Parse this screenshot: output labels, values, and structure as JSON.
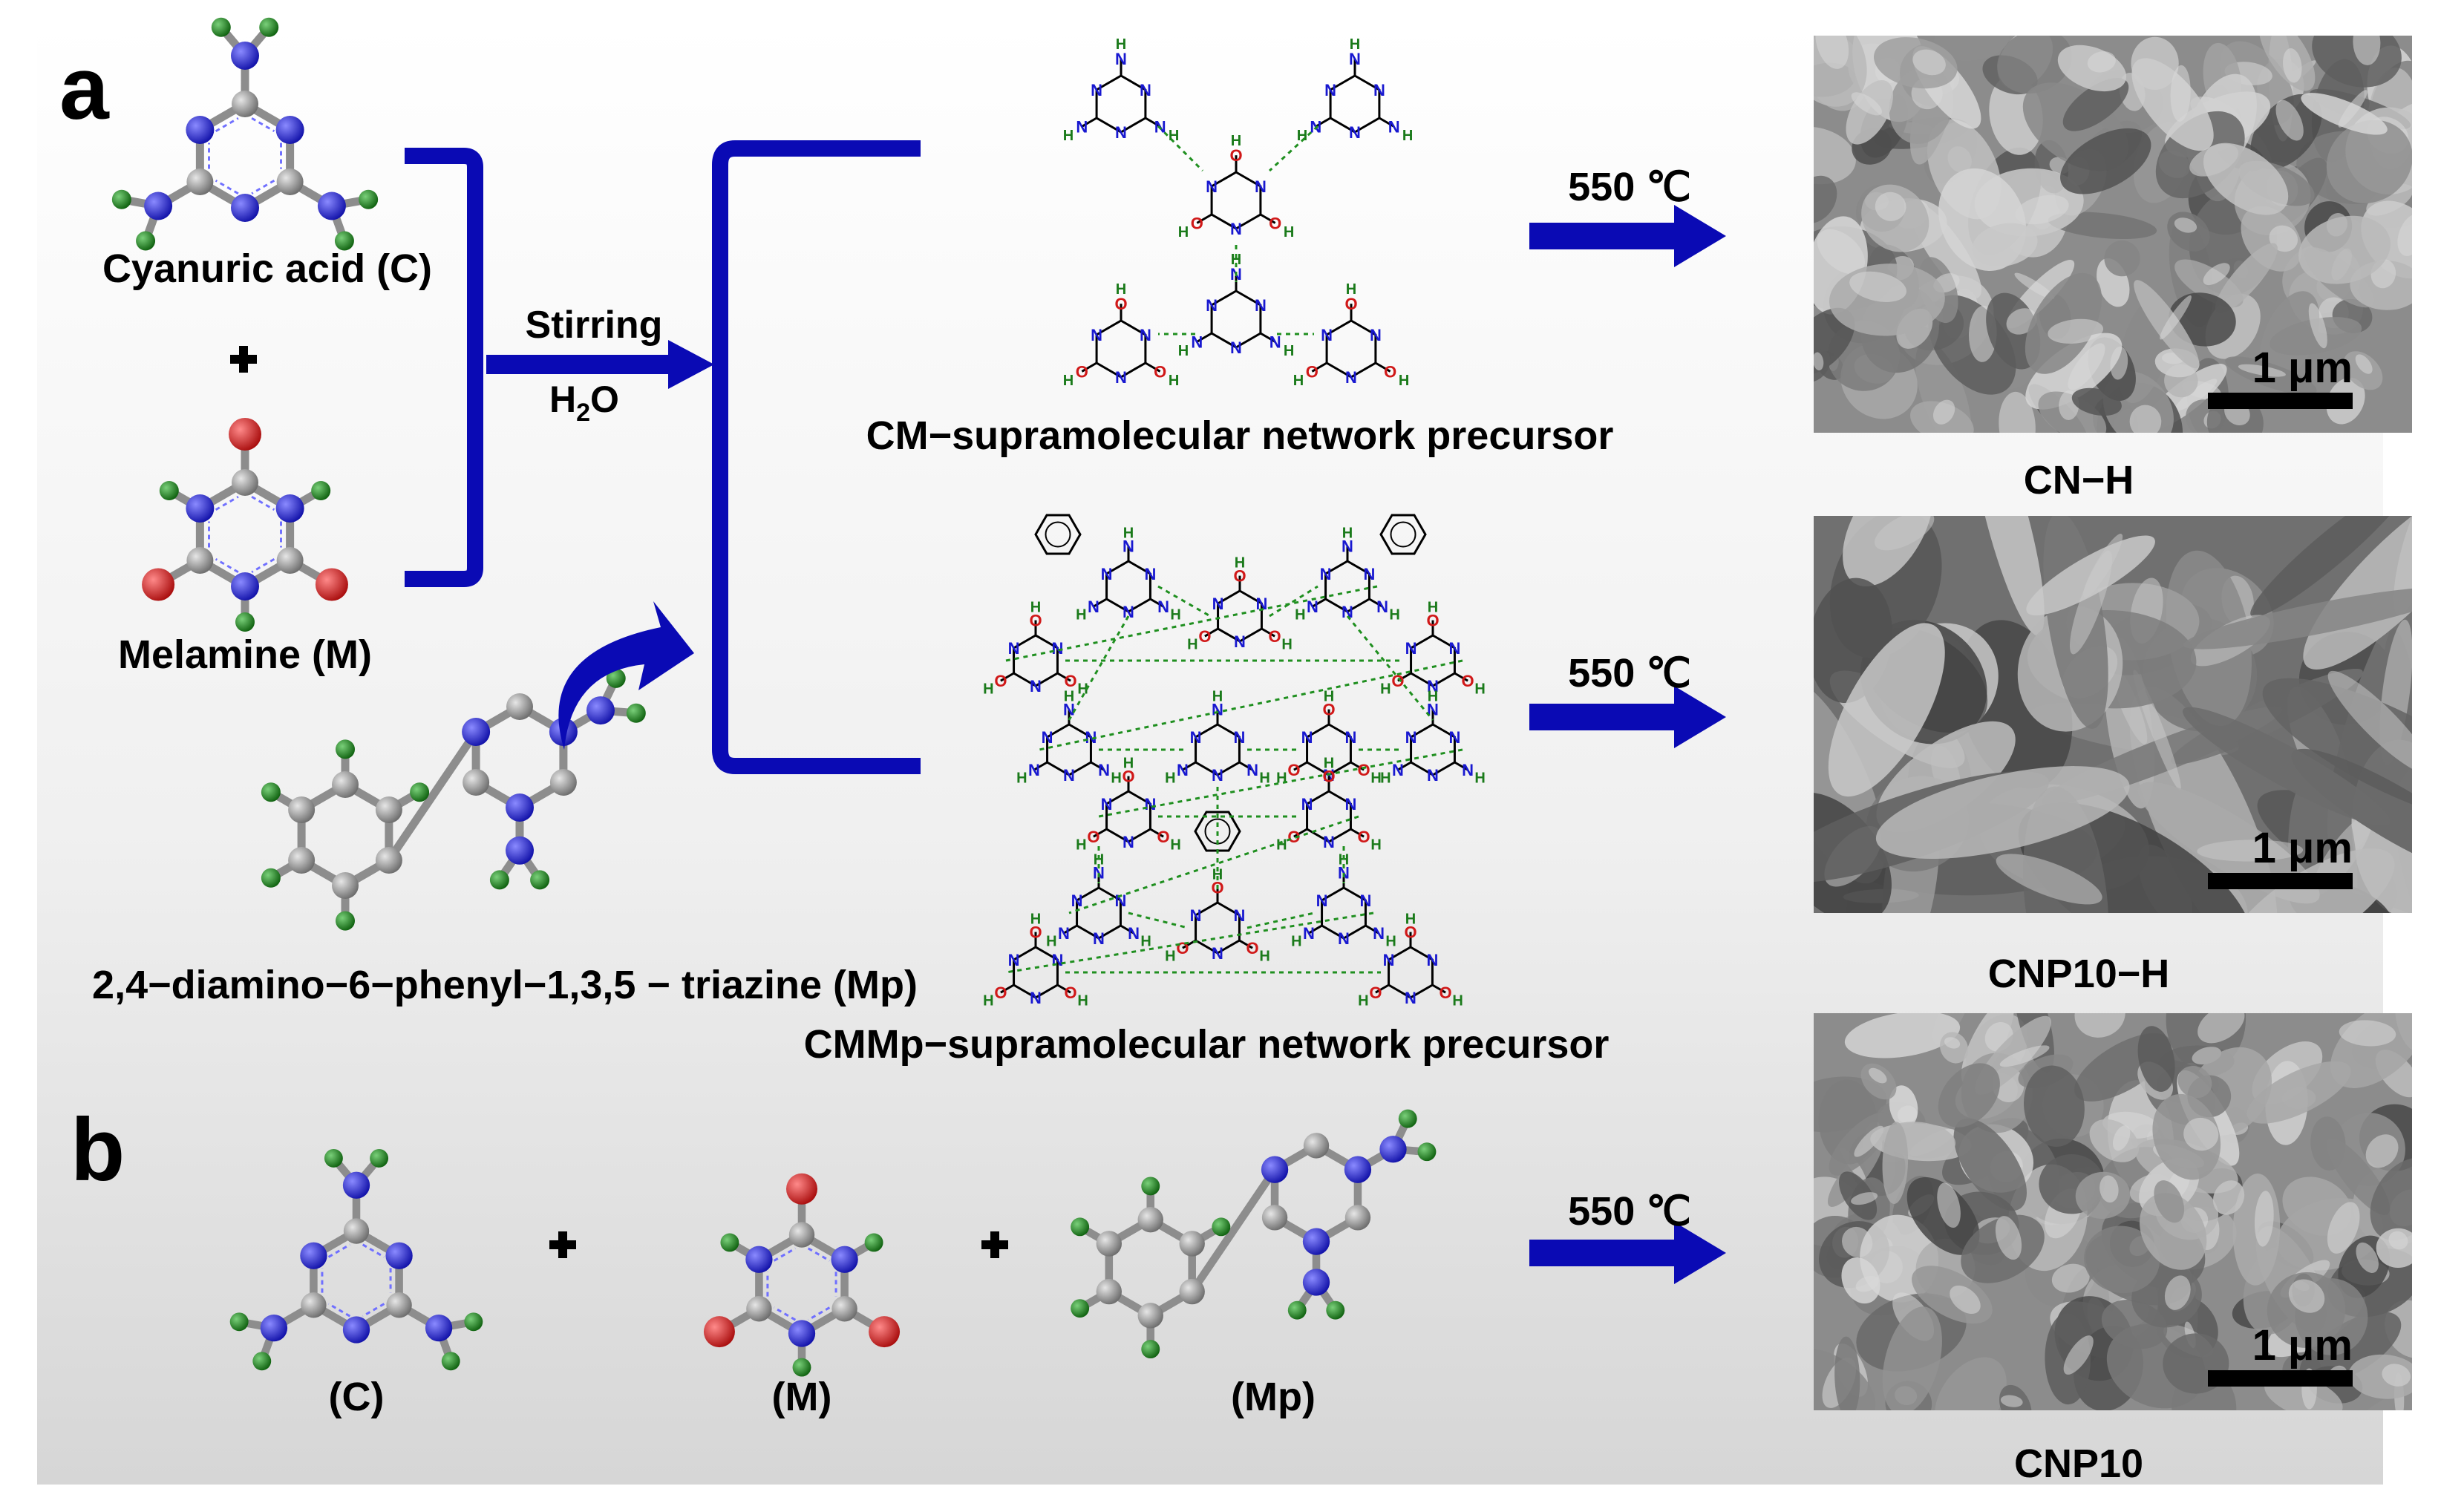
{
  "panels": {
    "a": "a",
    "b": "b"
  },
  "reactants": {
    "cyanuric": "Cyanuric acid (C)",
    "melamine": "Melamine (M)",
    "plus": "+",
    "mp": "2,4−diamino−6−phenyl−1,3,5 − triazine (Mp)"
  },
  "process": {
    "stirring": "Stirring",
    "h2o_main": "H",
    "h2o_sub": "2",
    "h2o_end": "O",
    "temperature": "550 ℃"
  },
  "precursors": {
    "cm": "CM−supramolecular network precursor",
    "cmmp": "CMMp−supramolecular network precursor"
  },
  "panel_b": {
    "c": "(C)",
    "m": "(M)",
    "mp": "(Mp)"
  },
  "sem": {
    "images": [
      {
        "label": "CN−H",
        "scale": "1 μm"
      },
      {
        "label": "CNP10−H",
        "scale": "1 μm"
      },
      {
        "label": "CNP10",
        "scale": "1 μm"
      }
    ]
  },
  "atoms": {
    "n": "N",
    "h": "H",
    "o": "O"
  },
  "colors": {
    "arrow": "#0a0ab4",
    "carbon": "#8a8a8a",
    "nitrogen": "#1818d0",
    "oxygen": "#d01818",
    "hydrogen": "#1a7a1a",
    "bond_hbond": "#1f8f1f"
  }
}
